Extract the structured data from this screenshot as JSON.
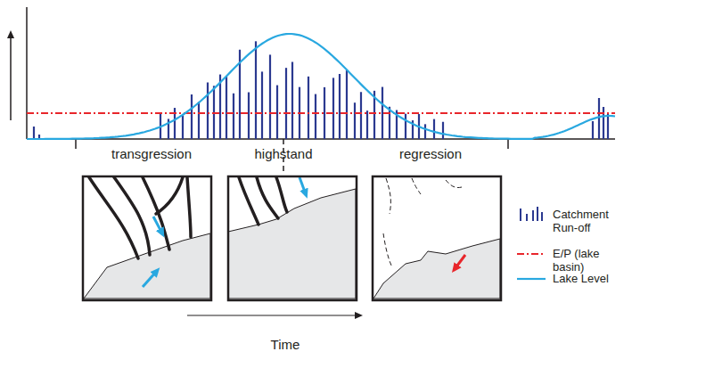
{
  "diagram": {
    "labels": [
      "transgression",
      "highstand",
      "regression",
      "Time"
    ],
    "legend": [
      {
        "text": "Catchment Run-off"
      },
      {
        "text": "E/P (lake basin)"
      },
      {
        "text": "Lake Level"
      }
    ]
  }
}
